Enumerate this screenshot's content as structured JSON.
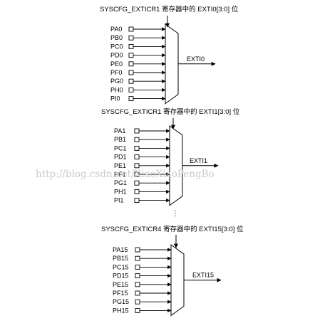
{
  "watermark": "http://blog.csdn.net/XiaoXiaoPengBo",
  "ellipsis": "⋮",
  "muxes": [
    {
      "title": "SYSCFG_EXTICR1 寄存器中的 EXTI0[3:0] 位",
      "inputs": [
        "PA0",
        "PB0",
        "PC0",
        "PD0",
        "PE0",
        "PF0",
        "PG0",
        "PH0",
        "PI0"
      ],
      "output": "EXTI0"
    },
    {
      "title": "SYSCFG_EXTICR1 寄存器中的 EXTI1[3:0] 位",
      "inputs": [
        "PA1",
        "PB1",
        "PC1",
        "PD1",
        "PE1",
        "PF1",
        "PG1",
        "PH1",
        "PI1"
      ],
      "output": "EXTI1"
    },
    {
      "title": "SYSCFG_EXTICR4 寄存器中的 EXTI15[3:0] 位",
      "inputs": [
        "PA15",
        "PB15",
        "PC15",
        "PD15",
        "PE15",
        "PF15",
        "PG15",
        "PH15"
      ],
      "output": "EXTI15"
    }
  ]
}
